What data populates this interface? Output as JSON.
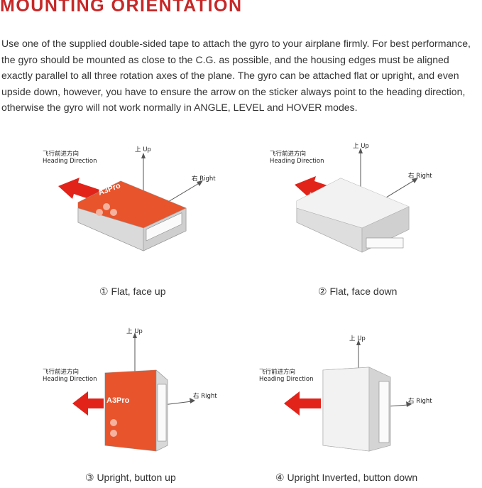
{
  "title": "MOUNTING ORIENTATION",
  "paragraph_lines": [
    "Use one of the supplied double-sided tape to attach the gyro to your airplane firmly. For best performance,",
    "the gyro should be mounted as close to the C.G. as possible, and the housing edges must be aligned",
    "exactly parallel to all three rotation axes of the plane. The gyro can be attached flat or upright, and even",
    "upside down, however, you have to ensure the arrow on the sticker always point to the heading direction,",
    "otherwise the gyro will not work normally in ANGLE, LEVEL and HOVER modes."
  ],
  "labels": {
    "heading_cn": "飞行前进方向",
    "heading_en": "Heading Direction",
    "up": "上 Up",
    "right": "右 Right",
    "device_brand": "A3Pro"
  },
  "figures": [
    {
      "caption": "① Flat, face up"
    },
    {
      "caption": "② Flat, face down"
    },
    {
      "caption": "③ Upright, button up"
    },
    {
      "caption": "④ Upright Inverted, button down"
    }
  ],
  "colors": {
    "title": "#c62828",
    "device_orange": "#e8542c",
    "arrow_red": "#e2231a",
    "case_gray": "#e6e6e6"
  }
}
